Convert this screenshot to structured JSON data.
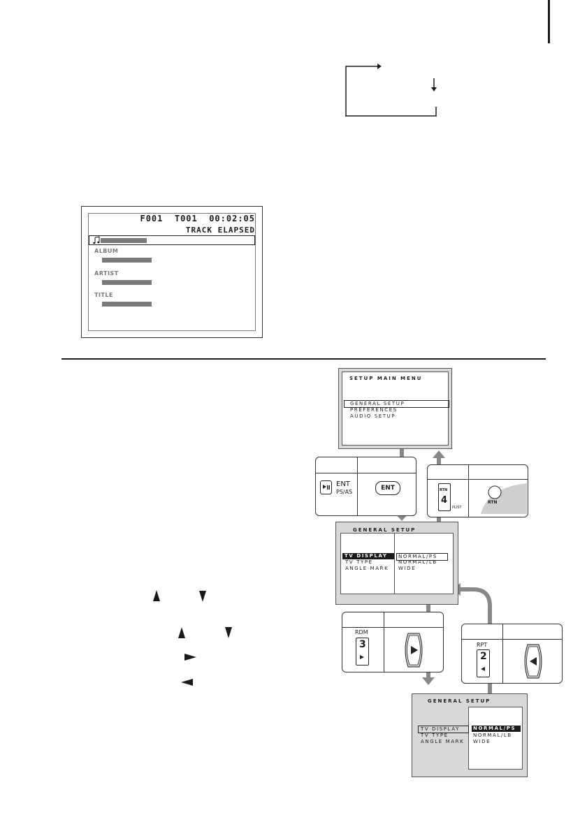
{
  "track_screen": {
    "folder": "F001",
    "track": "T001",
    "time": "00:02:05",
    "mode": "TRACK ELAPSED",
    "fields": [
      "ALBUM",
      "ARTIST",
      "TITLE"
    ]
  },
  "setup_main": {
    "title": "SETUP MAIN MENU",
    "items": [
      "GENERAL SETUP",
      "PREFERENCES",
      "AUDIO SETUP"
    ]
  },
  "general_setup_1": {
    "title": "GENERAL SETUP",
    "items": [
      "TV DISPLAY",
      "TV TYPE",
      "ANGLE MARK"
    ],
    "options": [
      "NORMAL/PS",
      "NORMAL/LB",
      "WIDE"
    ]
  },
  "general_setup_2": {
    "title": "GENERAL SETUP",
    "items": [
      "TV DISPLAY",
      "TV TYPE",
      "ANGLE MARK"
    ],
    "options": [
      "NORMAL/PS",
      "NORMAL/LB",
      "WIDE"
    ]
  },
  "controls": {
    "ent_button": {
      "play_label": "ENT",
      "play_sub": "PS/AS",
      "remote_label": "ENT"
    },
    "rtn_button": {
      "key_top": "RTN",
      "key_num": "4",
      "key_sub": "PLIST",
      "remote_label": "RTN"
    },
    "rdm_button": {
      "key_top": "RDM",
      "key_num": "3"
    },
    "rpt_button": {
      "key_top": "RPT",
      "key_num": "2"
    }
  },
  "icons": [
    "music-note-icon",
    "up-triangle-icon",
    "down-triangle-icon",
    "right-triangle-icon",
    "left-triangle-icon",
    "flow-arrow-icon"
  ]
}
